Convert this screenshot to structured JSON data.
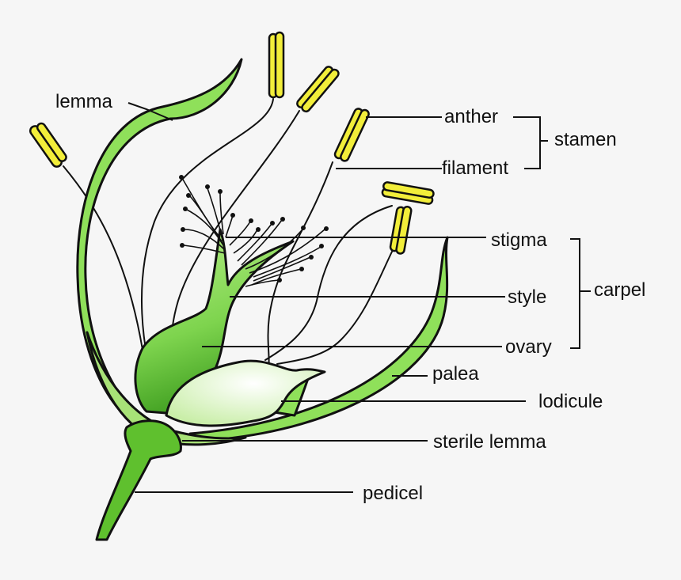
{
  "colors": {
    "background": "#f6f6f6",
    "green": "#8fe05a",
    "green_dark": "#3a9a1a",
    "green_light": "#eaf8d8",
    "anther_yellow": "#f2ee3a",
    "line": "#111111"
  },
  "labels": {
    "lemma": "lemma",
    "anther": "anther",
    "filament": "filament",
    "stamen": "stamen",
    "stigma": "stigma",
    "style": "style",
    "ovary": "ovary",
    "carpel": "carpel",
    "palea": "palea",
    "lodicule": "lodicule",
    "sterile_lemma": "sterile lemma",
    "pedicel": "pedicel"
  }
}
